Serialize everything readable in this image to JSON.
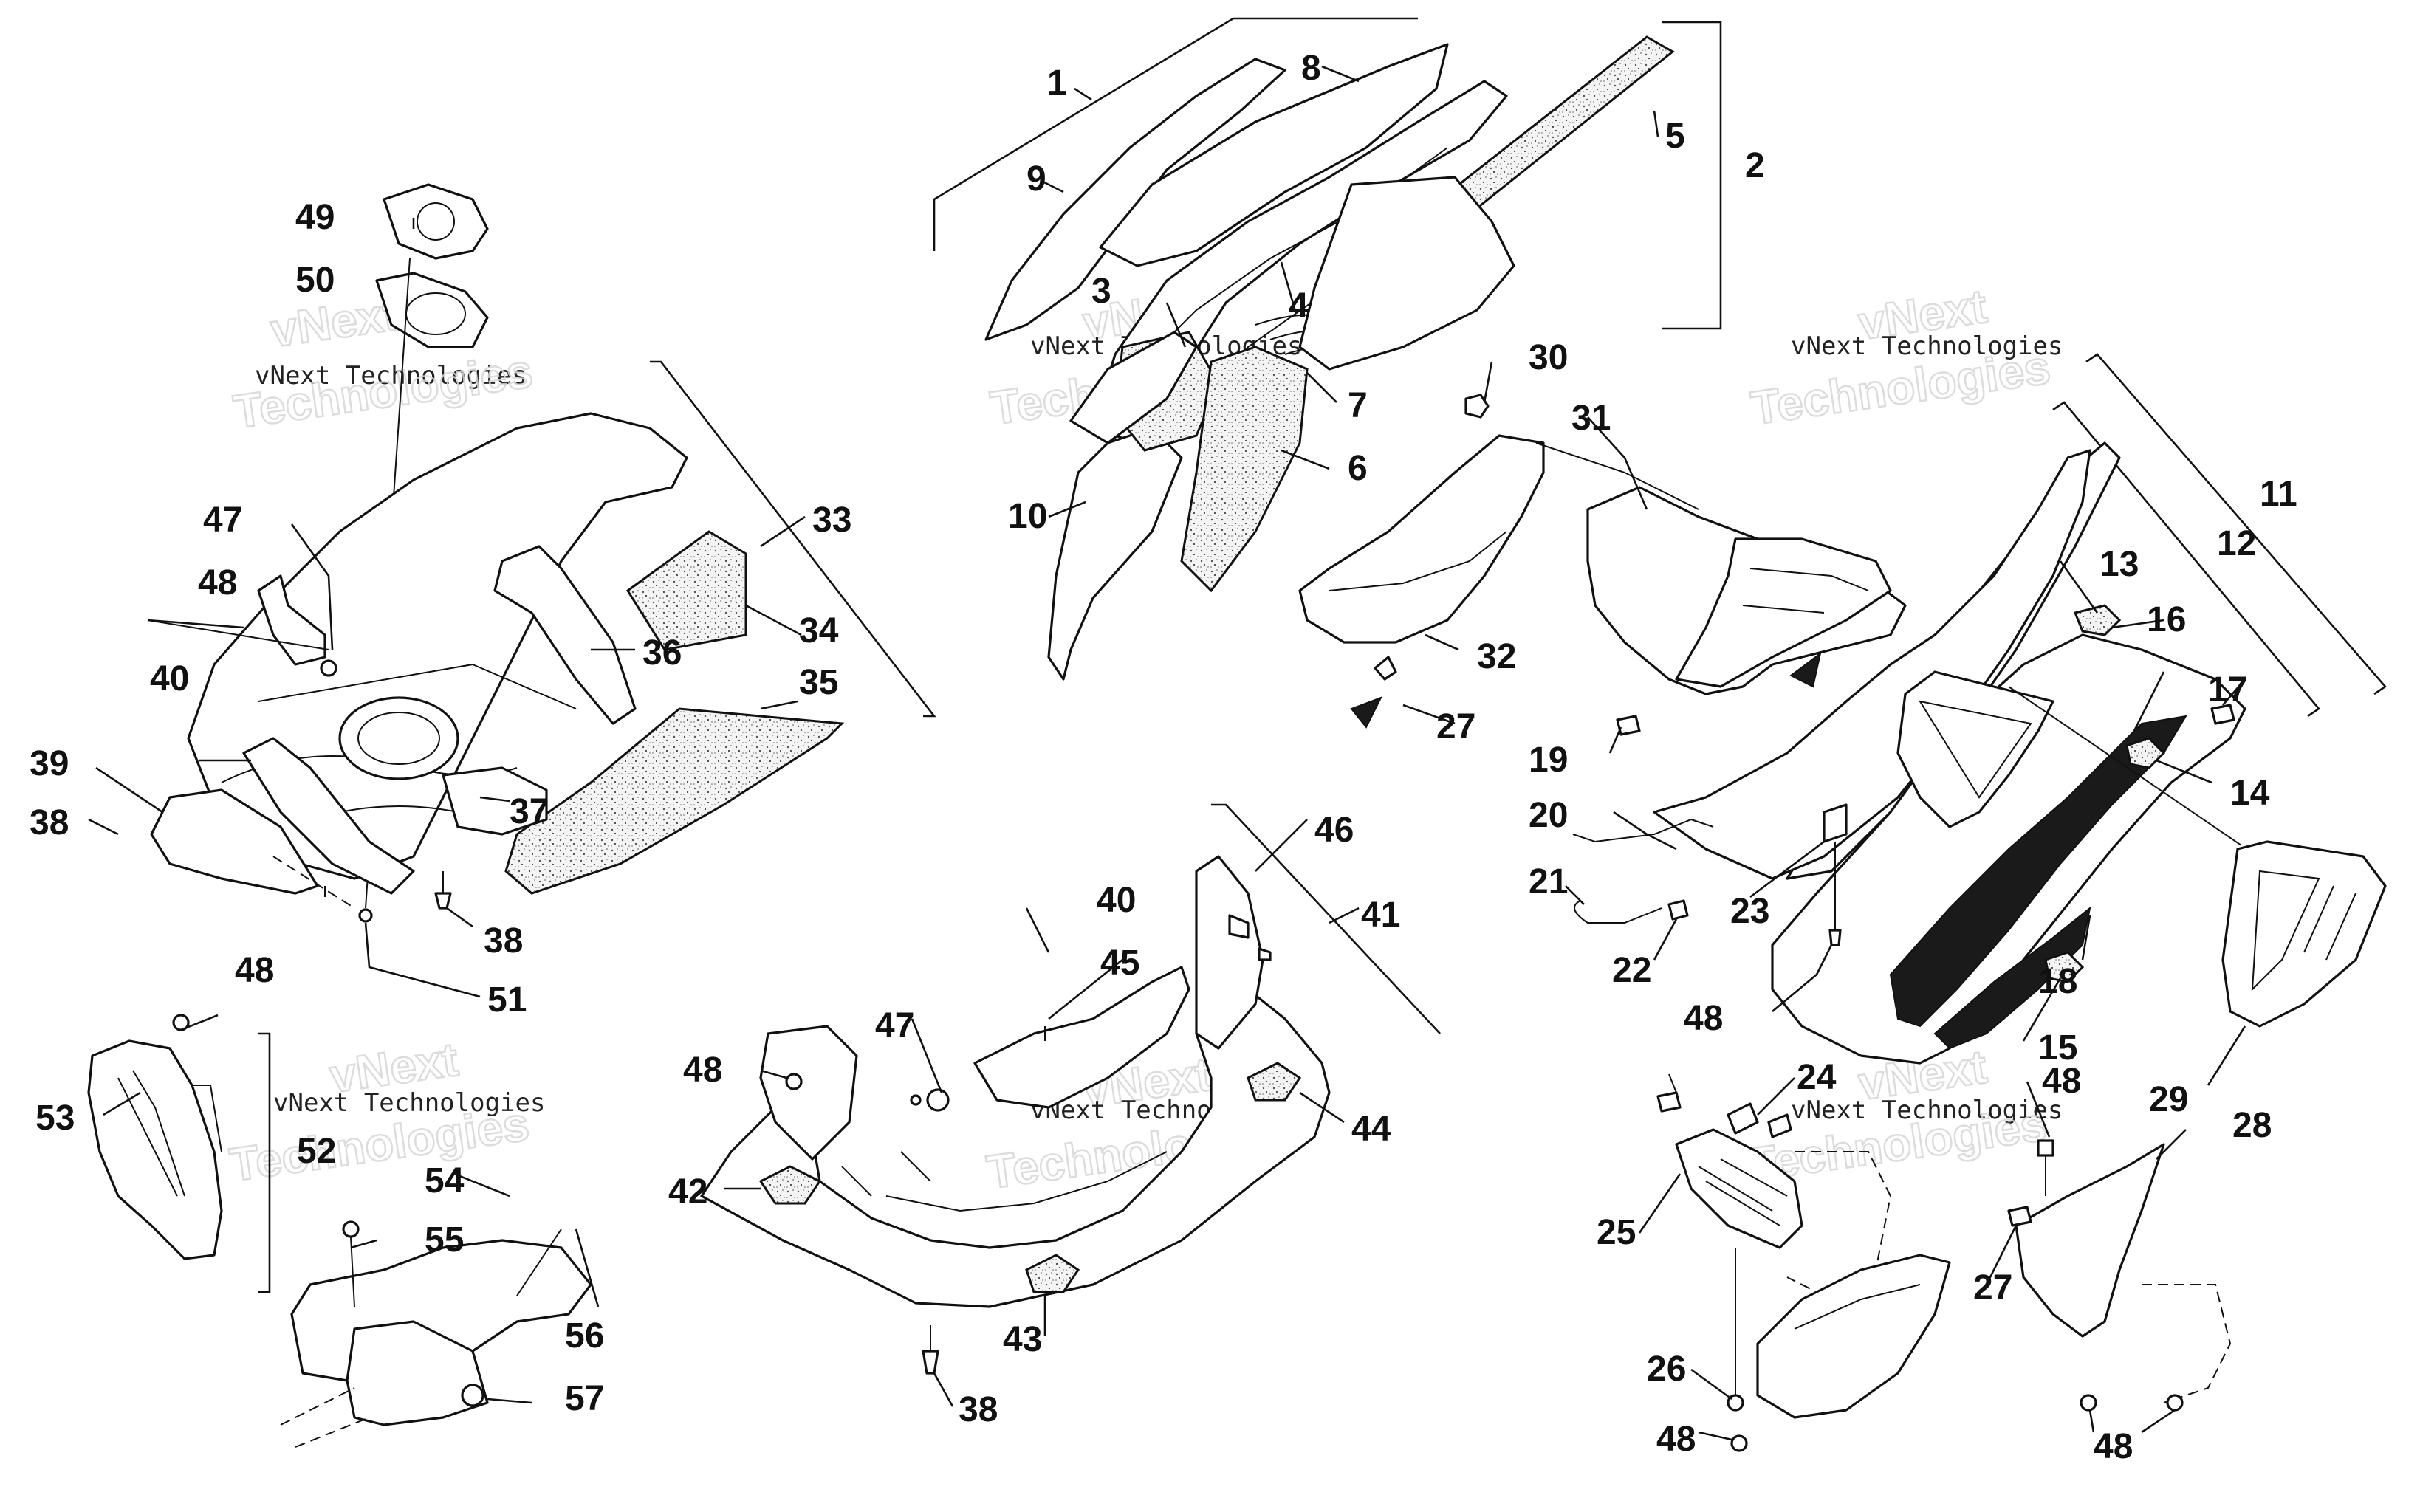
{
  "watermark": {
    "line1": "vNext",
    "line2": "vNext Technologies",
    "line3": "Technologies"
  },
  "callouts": [
    "1",
    "2",
    "3",
    "4",
    "5",
    "6",
    "7",
    "8",
    "9",
    "10",
    "11",
    "12",
    "13",
    "14",
    "15",
    "16",
    "17",
    "18",
    "19",
    "20",
    "21",
    "22",
    "23",
    "24",
    "25",
    "26",
    "27",
    "27",
    "28",
    "29",
    "30",
    "31",
    "32",
    "33",
    "34",
    "35",
    "36",
    "37",
    "38",
    "38",
    "38",
    "39",
    "40",
    "40",
    "41",
    "42",
    "43",
    "44",
    "45",
    "46",
    "47",
    "47",
    "48",
    "48",
    "48",
    "48",
    "48",
    "48",
    "48",
    "49",
    "50",
    "51",
    "52",
    "53",
    "54",
    "55",
    "56",
    "57"
  ]
}
